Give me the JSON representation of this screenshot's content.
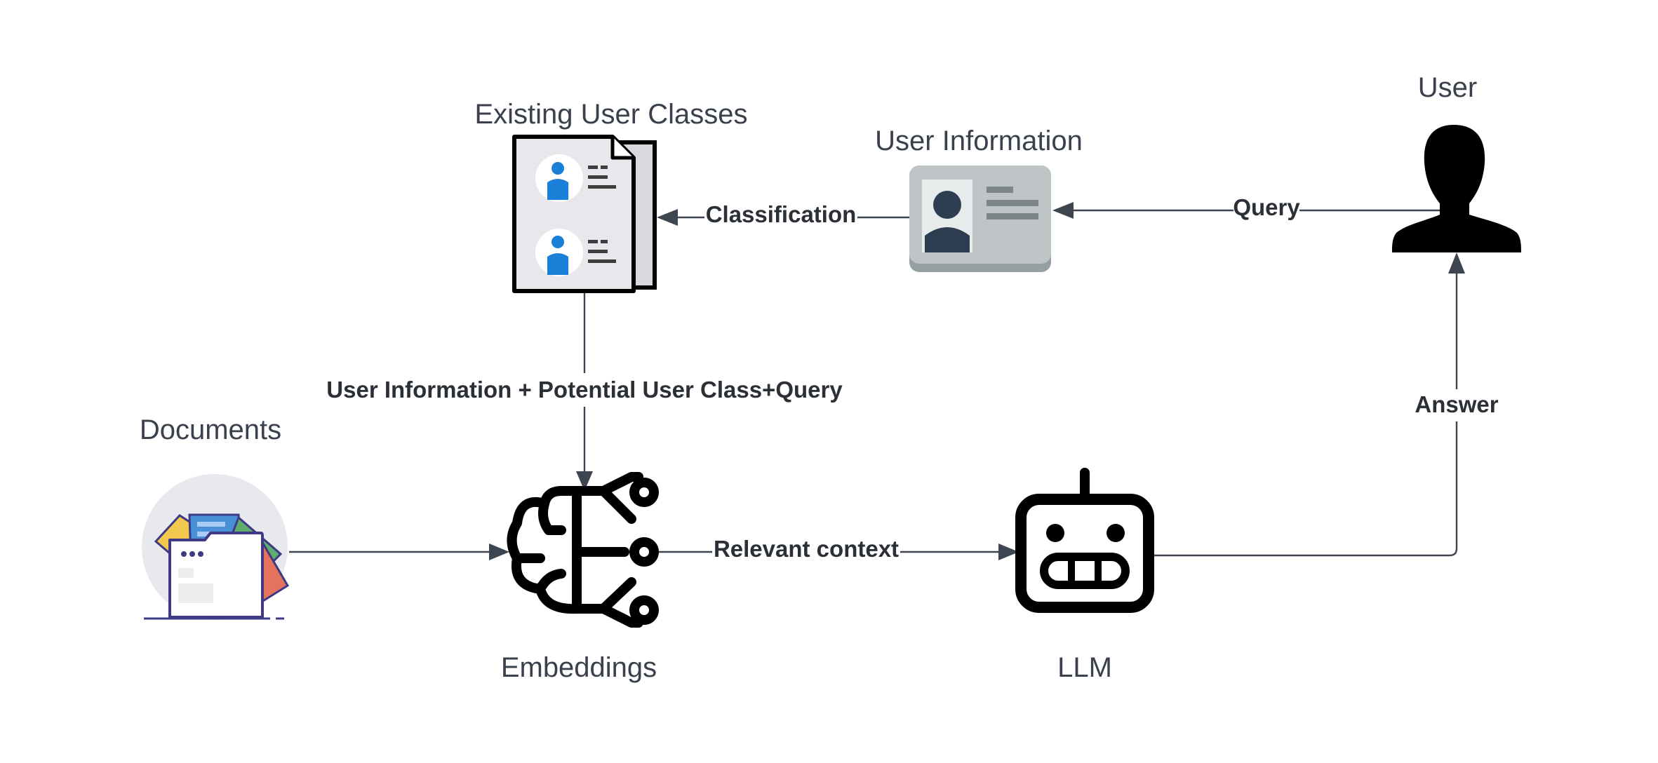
{
  "nodes": {
    "existing_user_classes": "Existing User Classes",
    "user_information": "User Information",
    "user": "User",
    "documents": "Documents",
    "embeddings": "Embeddings",
    "llm": "LLM"
  },
  "edges": {
    "classification": "Classification",
    "query": "Query",
    "to_embeddings": "User Information + Potential User Class+Query",
    "relevant_context": "Relevant context",
    "answer": "Answer"
  },
  "colors": {
    "line": "#3d4550",
    "label_text": "#3a414d",
    "user_avatar_blue": "#1a7fd6",
    "id_card_gray": "#bfc4c7",
    "id_card_dark": "#2c3e50"
  },
  "icons": {
    "existing_user_classes": "user-document-icon",
    "user_information": "id-card-icon",
    "user": "user-silhouette-icon",
    "documents": "folder-documents-icon",
    "embeddings": "brain-network-icon",
    "llm": "robot-icon"
  }
}
